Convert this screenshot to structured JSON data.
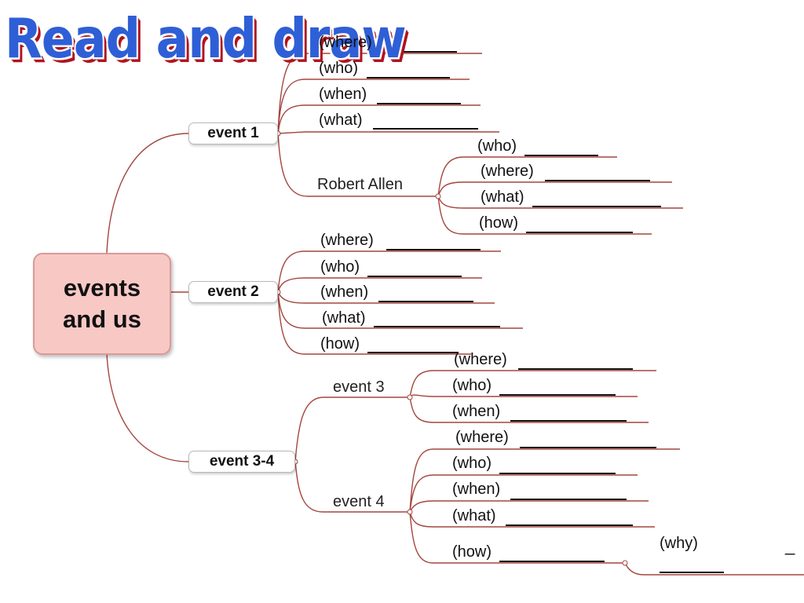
{
  "title": "Read and draw",
  "central": {
    "line1": "events",
    "line2": "and us"
  },
  "nodes": {
    "event1": "event 1",
    "event2": "event 2",
    "event34": "event 3-4",
    "robert": "Robert Allen",
    "event3": "event 3",
    "event4": "event 4"
  },
  "fields": {
    "e1": [
      "(where)",
      "(who)",
      "(when)",
      "(what)"
    ],
    "robert": [
      "(who)",
      "(where)",
      "(what)",
      "(how)"
    ],
    "e2": [
      "(where)",
      "(who)",
      "(when)",
      "(what)",
      "(how)"
    ],
    "e3": [
      "(where)",
      "(who)",
      "(when)"
    ],
    "e4": [
      "(where)",
      "(who)",
      "(when)",
      "(what)",
      "(how)"
    ],
    "why": "(why)",
    "dash": "_"
  },
  "colors": {
    "branch": "#a3463f",
    "central_fill": "#f8c8c5",
    "title": "#2f5fd6",
    "title_shadow": "#b0141e",
    "blank": "#111111"
  }
}
